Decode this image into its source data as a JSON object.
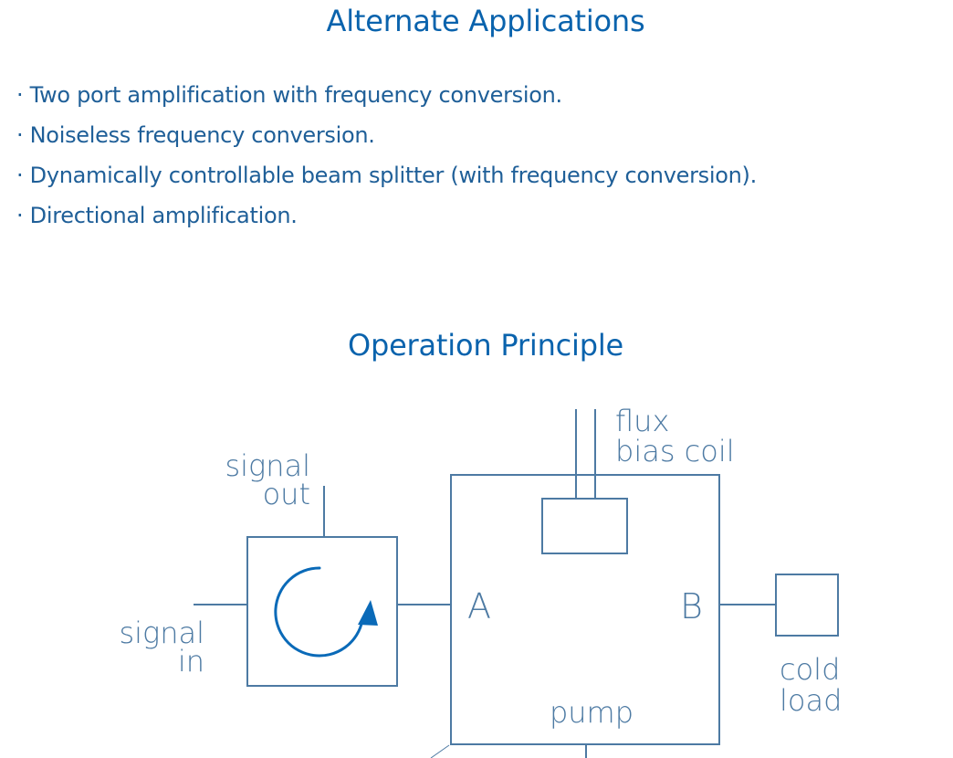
{
  "alternate_applications": {
    "title": "Alternate Applications",
    "items": [
      "· Two port amplification with frequency conversion.",
      "· Noiseless frequency conversion.",
      "· Dynamically controllable beam splitter (with frequency conversion).",
      "· Directional amplification."
    ]
  },
  "operation_principle": {
    "title": "Operation Principle",
    "diagram": {
      "signal_out_line1": "signal",
      "signal_out_line2": "out",
      "signal_in_line1": "signal",
      "signal_in_line2": "in",
      "port_a": "A",
      "port_b": "B",
      "flux_line1": "flux",
      "flux_line2": "bias coil",
      "cold_line1": "cold",
      "cold_line2": "load",
      "pump": "pump"
    }
  },
  "colors": {
    "heading": "#0a63ad",
    "body_text": "#1f5f98",
    "diagram_lines": "#4d7aa3",
    "circulator_arrow": "#0a6ab8"
  }
}
